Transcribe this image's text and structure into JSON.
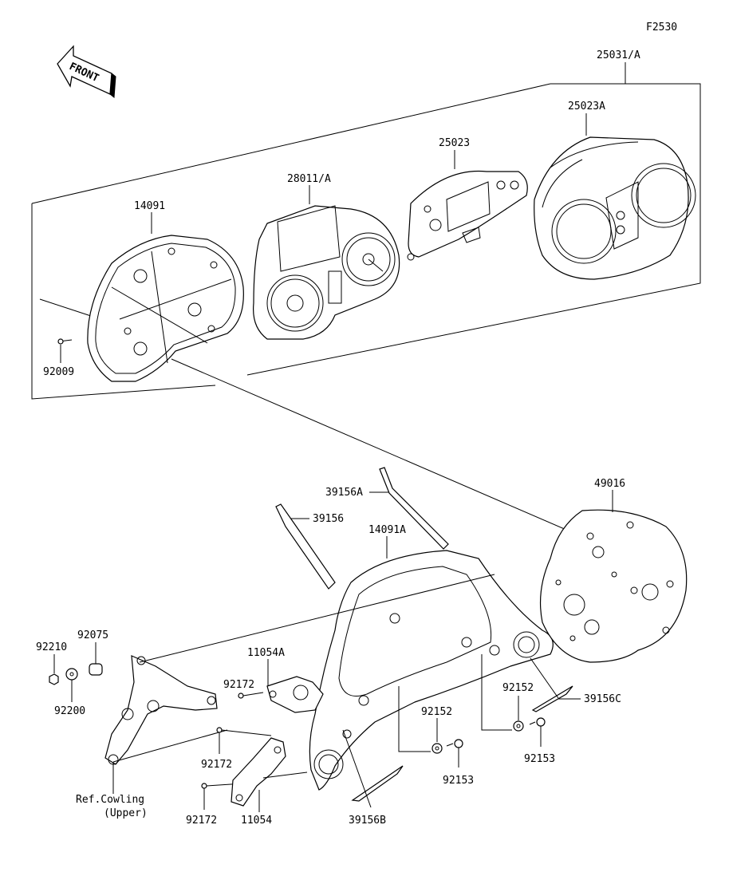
{
  "figure_code": "F2530",
  "front_label": "FRONT",
  "parts": {
    "p25031": "25031/A",
    "p25023A": "25023A",
    "p25023": "25023",
    "p28011": "28011/A",
    "p14091": "14091",
    "p92009": "92009",
    "p39156A": "39156A",
    "p39156": "39156",
    "p14091A": "14091A",
    "p49016": "49016",
    "p92210": "92210",
    "p92075": "92075",
    "p92200": "92200",
    "p11054A": "11054A",
    "p92172a": "92172",
    "p92172b": "92172",
    "p92172c": "92172",
    "p11054": "11054",
    "p92152a": "92152",
    "p92152b": "92152",
    "p92153a": "92153",
    "p92153b": "92153",
    "p39156B": "39156B",
    "p39156C": "39156C",
    "ref_line1": "Ref.Cowling",
    "ref_line2": "(Upper)"
  }
}
